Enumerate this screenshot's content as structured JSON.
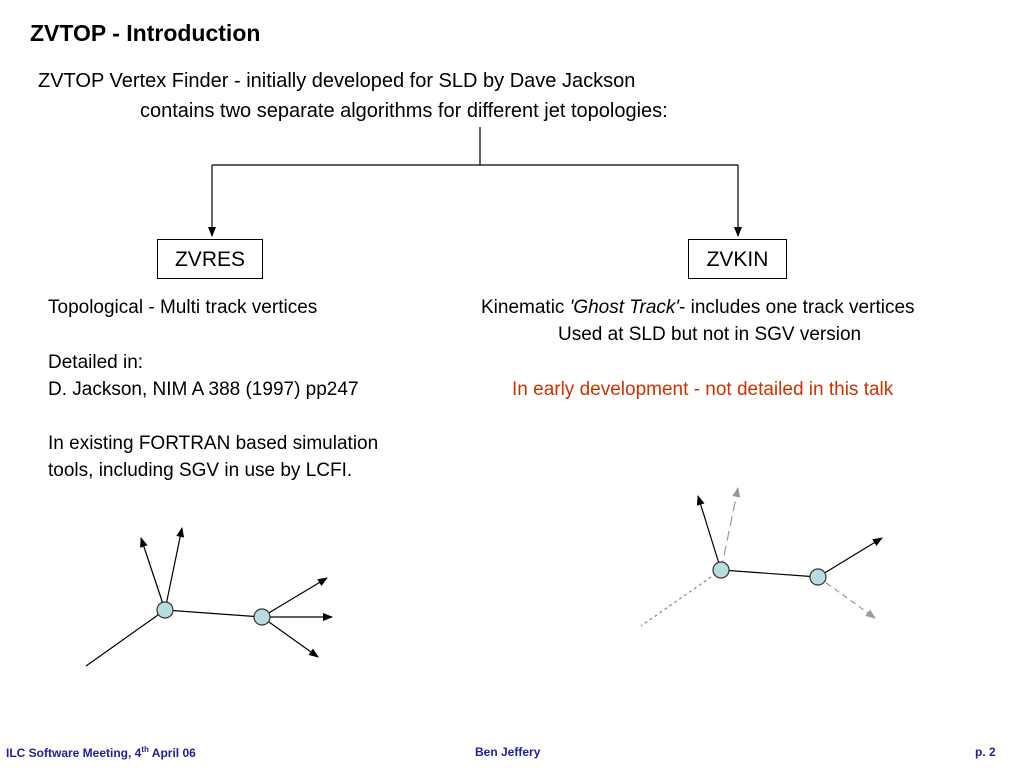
{
  "slide": {
    "title": "ZVTOP - Introduction",
    "intro_line1": "ZVTOP Vertex Finder - initially developed for SLD by Dave Jackson",
    "intro_line2": "contains two separate algorithms for different jet topologies:"
  },
  "zvres": {
    "label": "ZVRES",
    "desc": "Topological - Multi track vertices",
    "detailed_in": "Detailed in:",
    "reference": "D. Jackson, NIM A 388 (1997) pp247",
    "existing_line1": "In existing FORTRAN based simulation",
    "existing_line2": "tools, including SGV in use by LCFI."
  },
  "zvkin": {
    "label": "ZVKIN",
    "desc_prefix": "Kinematic ",
    "desc_italic": "'Ghost Track'",
    "desc_suffix": "- includes one track vertices",
    "used_at": "Used at SLD but not in SGV version",
    "note": "In early development - not detailed in this talk"
  },
  "footer": {
    "meeting_prefix": "ILC Software Meeting, 4",
    "meeting_sup": "th",
    "meeting_suffix": " April 06",
    "author": "Ben Jeffery",
    "page": "p. 2"
  },
  "colors": {
    "note_red": "#cc3300",
    "footer_blue": "#1f1f99",
    "vertex_fill": "#b8dde0"
  }
}
